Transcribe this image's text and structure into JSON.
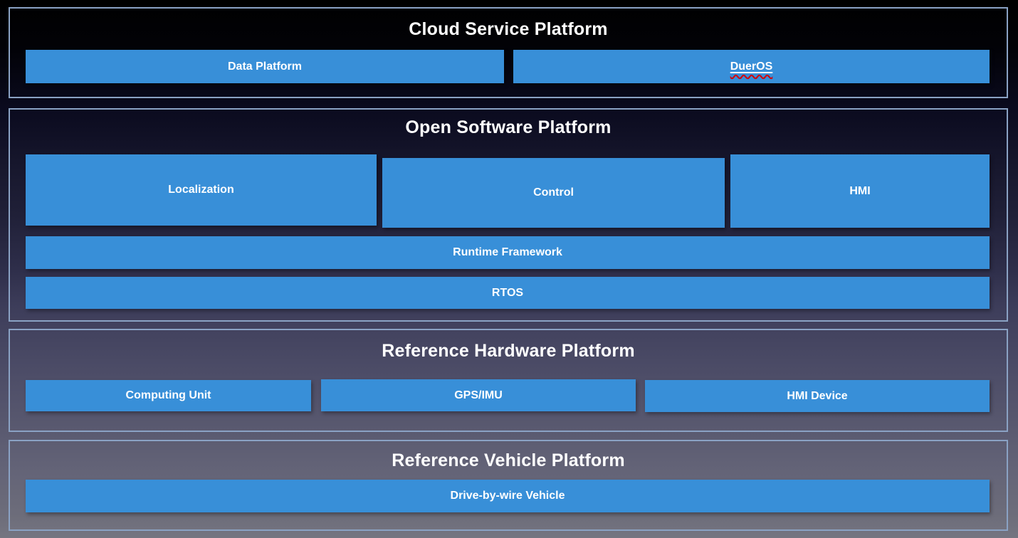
{
  "diagram": {
    "name": "Apollo layered architecture diagram",
    "colors": {
      "box_fill": "#388fd8",
      "panel_border": "#8aa2c4",
      "title_text": "#ffffff",
      "box_text": "#ffffff",
      "spellcheck_underline": "#d40000",
      "background_top": "#000000",
      "background_bottom": "#757581"
    },
    "sections": [
      {
        "title": "Cloud Service Platform",
        "boxes": [
          {
            "label": "Data Platform"
          },
          {
            "label": "DuerOS"
          }
        ]
      },
      {
        "title": "Open Software Platform",
        "boxes": [
          {
            "label": "Localization"
          },
          {
            "label": "Control"
          },
          {
            "label": "HMI"
          },
          {
            "label": "Runtime Framework"
          },
          {
            "label": "RTOS"
          }
        ]
      },
      {
        "title": "Reference Hardware Platform",
        "boxes": [
          {
            "label": "Computing Unit"
          },
          {
            "label": "GPS/IMU"
          },
          {
            "label": "HMI Device"
          }
        ]
      },
      {
        "title": "Reference Vehicle Platform",
        "boxes": [
          {
            "label": "Drive-by-wire Vehicle"
          }
        ]
      }
    ]
  }
}
